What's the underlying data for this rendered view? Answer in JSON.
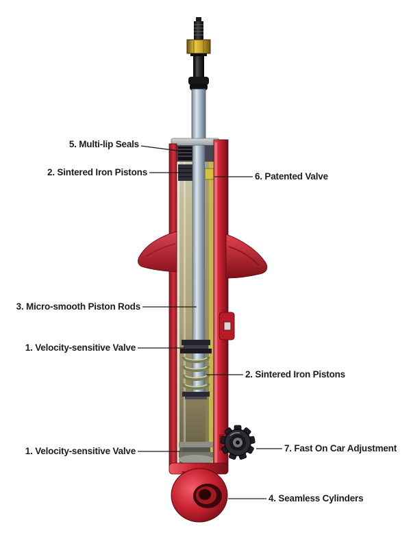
{
  "diagram": {
    "subject": "Shock absorber cutaway diagram",
    "labels": [
      {
        "id": "multi-lip-seals",
        "text": "5. Multi-lip Seals",
        "side": "left"
      },
      {
        "id": "sintered-iron-pistons-top",
        "text": "2. Sintered Iron Pistons",
        "side": "left"
      },
      {
        "id": "patented-valve",
        "text": "6. Patented Valve",
        "side": "right"
      },
      {
        "id": "micro-smooth-piston-rods",
        "text": "3. Micro-smooth Piston Rods",
        "side": "left"
      },
      {
        "id": "velocity-sensitive-valve-upper",
        "text": "1. Velocity-sensitive Valve",
        "side": "left"
      },
      {
        "id": "sintered-iron-pistons-lower",
        "text": "2. Sintered Iron Pistons",
        "side": "right"
      },
      {
        "id": "velocity-sensitive-valve-lower",
        "text": "1. Velocity-sensitive Valve",
        "side": "left"
      },
      {
        "id": "fast-on-car-adjustment",
        "text": "7. Fast On Car Adjustment",
        "side": "right"
      },
      {
        "id": "seamless-cylinders",
        "text": "4. Seamless Cylinders",
        "side": "right"
      }
    ],
    "colors": {
      "body_red": "#c8202f",
      "body_red_dark": "#7e1018",
      "rod_silver": "#b9c6d4",
      "nut_brass": "#d8b332",
      "interior_olive": "#b0a878",
      "label_text": "#1c1c1c",
      "background": "#ffffff"
    }
  }
}
